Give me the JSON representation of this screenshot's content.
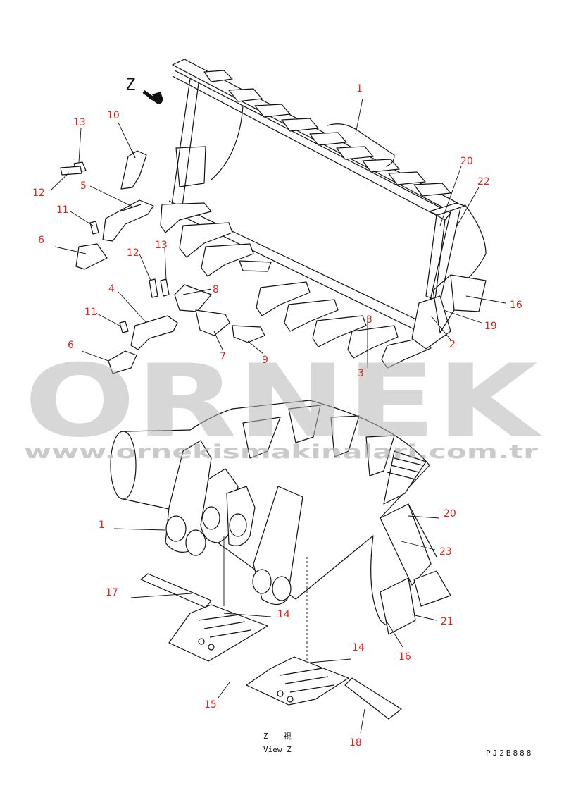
{
  "view_marker": "Z",
  "view_caption_jp": "Z　　視",
  "view_caption_en": "View Z",
  "drawing_code": "PJ2B888",
  "watermark": {
    "brand": "ORNEK",
    "url": "www.ornekismakinalari.com.tr"
  },
  "part_labels": {
    "top_1": "1",
    "top_2": "2",
    "top_3a": "3",
    "top_3b": "3",
    "top_4": "4",
    "top_5": "5",
    "top_6a": "6",
    "top_6b": "6",
    "top_7": "7",
    "top_8": "8",
    "top_9": "9",
    "top_10": "10",
    "top_11a": "11",
    "top_11b": "11",
    "top_12a": "12",
    "top_12b": "12",
    "top_13a": "13",
    "top_13b": "13",
    "top_16": "16",
    "top_19": "19",
    "top_20": "20",
    "top_22": "22",
    "bot_1": "1",
    "bot_14a": "14",
    "bot_14b": "14",
    "bot_15": "15",
    "bot_16": "16",
    "bot_17": "17",
    "bot_18": "18",
    "bot_20": "20",
    "bot_21": "21",
    "bot_23": "23"
  },
  "colors": {
    "label": "#e0241c",
    "line": "#111111",
    "watermark": "#b8b8b8"
  }
}
